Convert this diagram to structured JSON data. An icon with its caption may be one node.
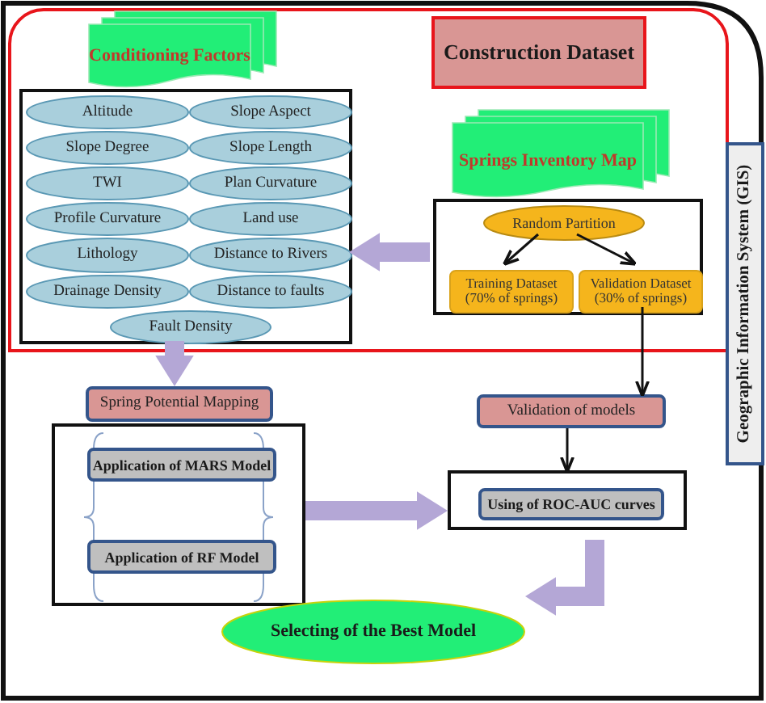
{
  "diagram": {
    "nodes": [
      {
        "text": [],
        "shape": "box"
      },
      {
        "text": [
          "Construction Dataset"
        ],
        "in": 0
      },
      {
        "text": [
          "Conditioning Factors"
        ],
        "in": 0
      },
      {
        "text": [],
        "shape": "box",
        "in": 0
      },
      {
        "text": [
          "Altitude"
        ],
        "in": 3
      },
      {
        "text": [
          "Slope Aspect"
        ],
        "in": 3
      },
      {
        "text": [
          "Slope Degree"
        ],
        "in": 3
      },
      {
        "text": [
          "Slope Length"
        ],
        "in": 3
      },
      {
        "text": [
          "TWI"
        ],
        "in": 3
      },
      {
        "text": [
          "Plan Curvature"
        ],
        "in": 3
      },
      {
        "text": [
          "Profile Curvature"
        ],
        "in": 3
      },
      {
        "text": [
          "Land use"
        ],
        "in": 3
      },
      {
        "text": [
          "Lithology"
        ],
        "in": 3
      },
      {
        "text": [
          "Distance to Rivers"
        ],
        "in": 3
      },
      {
        "text": [
          "Drainage Density"
        ],
        "in": 3
      },
      {
        "text": [
          "Distance to faults"
        ],
        "in": 3
      },
      {
        "text": [
          "Fault Density"
        ],
        "in": 3
      },
      {
        "text": [
          "Springs Inventory Map"
        ],
        "in": 0
      },
      {
        "text": [],
        "shape": "box",
        "in": 0
      },
      {
        "text": [
          "Random Partition"
        ],
        "in": 18
      },
      {
        "text": [
          "Training Dataset (70% of springs)"
        ],
        "in": 18
      },
      {
        "text": [
          "Validation Dataset (30% of springs)"
        ],
        "in": 18
      },
      {
        "text": [
          "Spring Potential Mapping"
        ]
      },
      {
        "text": [],
        "shape": "box"
      },
      {
        "text": [
          "Application of MARS Model"
        ],
        "in": 23
      },
      {
        "text": [
          "Application of RF Model"
        ],
        "in": 23
      },
      {
        "text": [
          "Validation of models"
        ]
      },
      {
        "text": [],
        "shape": "box"
      },
      {
        "text": [
          "Using of ROC-AUC curves"
        ],
        "in": 27
      },
      {
        "text": [
          "Selecting of the Best Model"
        ]
      },
      {
        "text": [
          "Geographic Information System (GIS)"
        ]
      }
    ],
    "edges": [
      {
        "from": 19,
        "to": 20,
        "arrow": "to"
      },
      {
        "from": 19,
        "to": 21,
        "arrow": "to"
      },
      {
        "from": 18,
        "to": 3,
        "arrow": "to",
        "style": "thick",
        "color": "#b4a7d6"
      },
      {
        "from": 3,
        "to": 22,
        "arrow": "to",
        "style": "thick",
        "color": "#b4a7d6"
      },
      {
        "from": 21,
        "to": 26,
        "arrow": "to"
      },
      {
        "from": 26,
        "to": 27,
        "arrow": "to"
      },
      {
        "from": 23,
        "to": 27,
        "arrow": "to",
        "style": "thick",
        "color": "#b4a7d6"
      },
      {
        "from": 27,
        "to": 29,
        "arrow": "to",
        "style": "thick",
        "color": "#b4a7d6"
      }
    ]
  }
}
